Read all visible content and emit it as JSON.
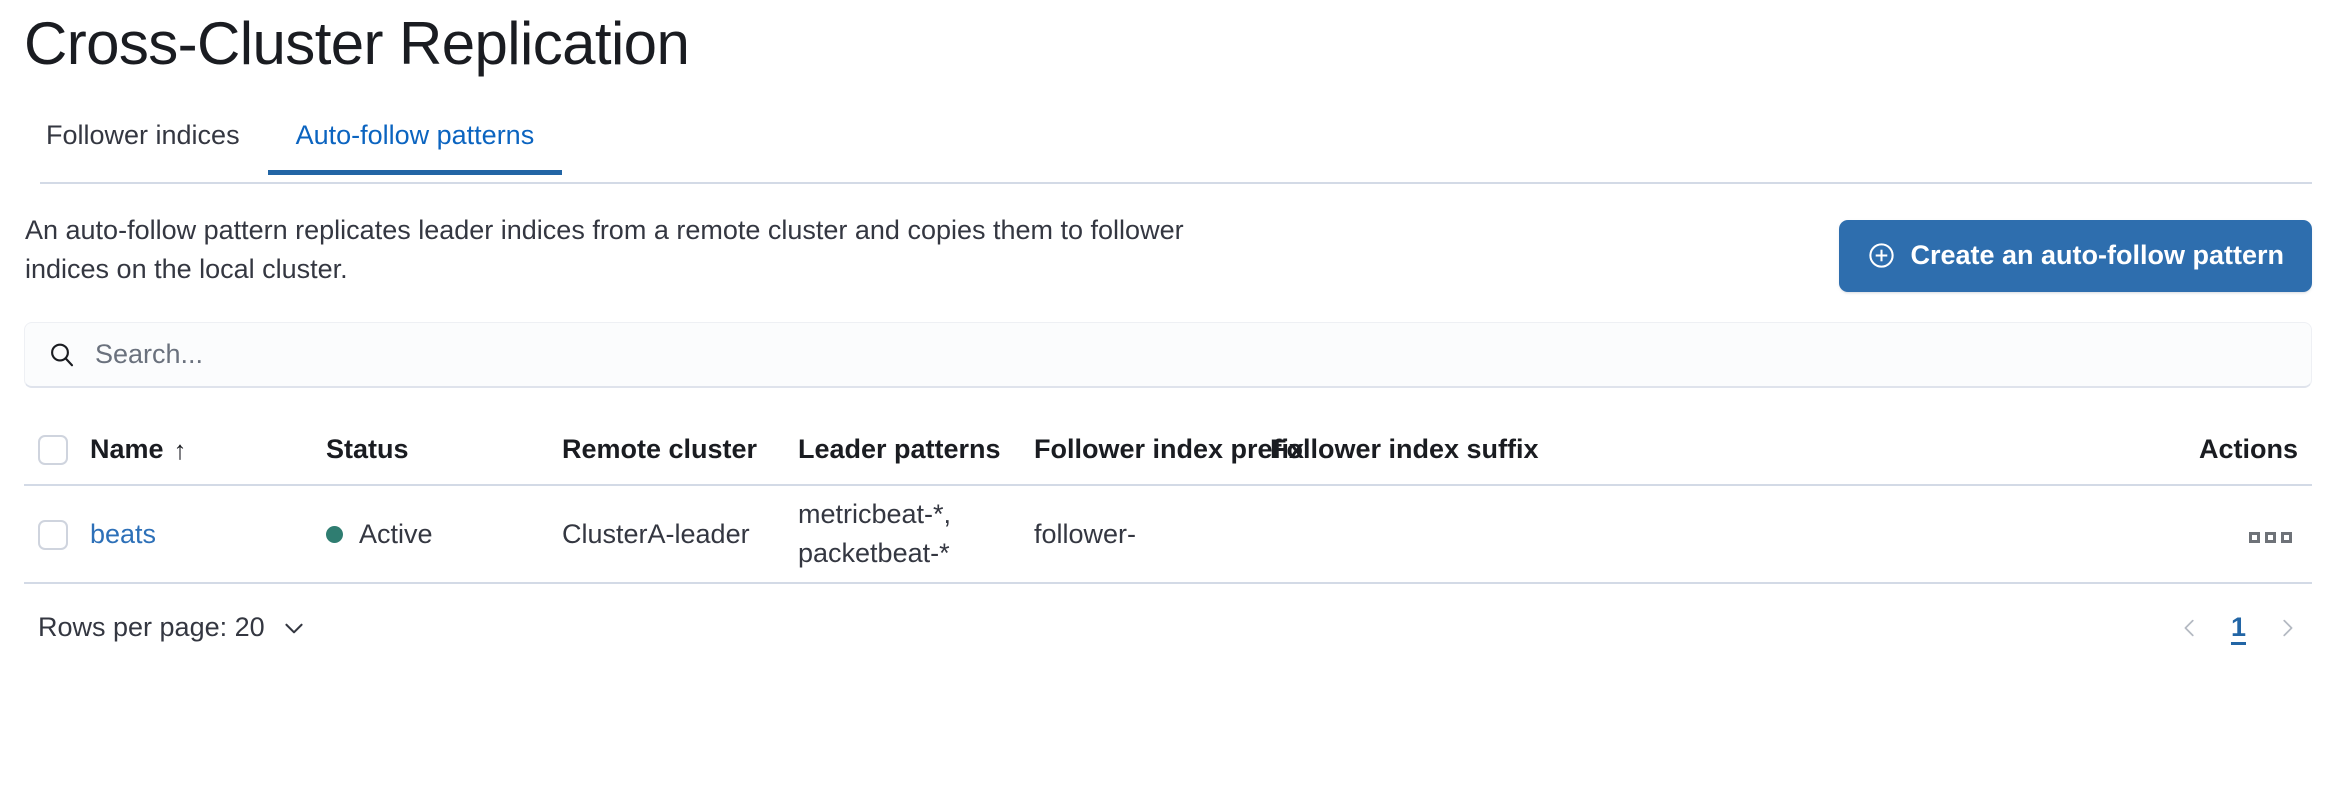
{
  "header": {
    "title": "Cross-Cluster Replication"
  },
  "tabs": [
    {
      "label": "Follower indices",
      "active": false
    },
    {
      "label": "Auto-follow patterns",
      "active": true
    }
  ],
  "intro": {
    "description": "An auto-follow pattern replicates leader indices from a remote cluster and copies them to follower indices on the local cluster.",
    "create_button_label": "Create an auto-follow pattern",
    "create_button_icon": "plus-in-circle-icon",
    "create_button_color": "#2e6eae"
  },
  "search": {
    "placeholder": "Search...",
    "value": "",
    "icon": "search-icon"
  },
  "table": {
    "columns": [
      "Name",
      "Status",
      "Remote cluster",
      "Leader patterns",
      "Follower index prefix",
      "Follower index suffix",
      "Actions"
    ],
    "sort": {
      "column": "Name",
      "direction": "asc",
      "glyph": "↑"
    },
    "rows": [
      {
        "name": "beats",
        "status": "Active",
        "status_color": "#2f7d71",
        "remote_cluster": "ClusterA-leader",
        "leader_patterns": "metricbeat-*,\npacketbeat-*",
        "leader_patterns_lines": [
          "metricbeat-*,",
          "packetbeat-*"
        ],
        "follower_index_prefix": "follower-",
        "follower_index_suffix": "",
        "actions_icon": "more-actions-icon"
      }
    ]
  },
  "footer": {
    "rows_per_page_label": "Rows per page: 20",
    "rows_per_page_value": "20",
    "rows_per_page_icon": "chevron-down-icon",
    "pagination": {
      "previous_icon": "chevron-left-icon",
      "next_icon": "chevron-right-icon",
      "current_page": "1",
      "active_color": "#2265a5"
    }
  }
}
